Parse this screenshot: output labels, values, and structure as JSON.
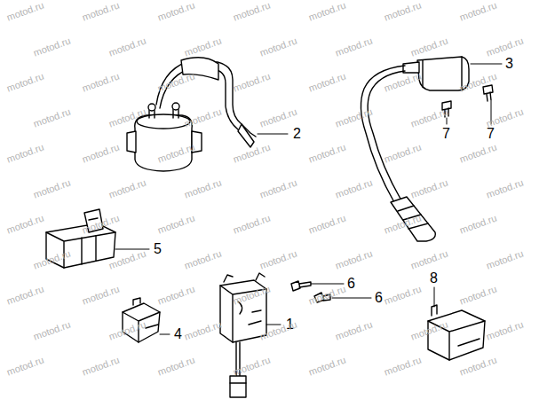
{
  "diagram": {
    "labels": [
      "1",
      "2",
      "3",
      "4",
      "5",
      "6",
      "6",
      "7",
      "7",
      "8",
      "motod.ru",
      "motod.ru",
      "motod.ru",
      "motod.ru",
      "motod.ru",
      "motod.ru",
      "motod.ru",
      "motod.ru",
      "motod.ru",
      "motod.ru",
      "motod.ru",
      "motod.ru",
      "motod.ru",
      "motod.ru",
      "motod.ru",
      "motod.ru",
      "motod.ru",
      "motod.ru",
      "motod.ru",
      "motod.ru",
      "motod.ru",
      "motod.ru",
      "motod.ru",
      "motod.ru",
      "motod.ru",
      "motod.ru",
      "motod.ru",
      "motod.ru",
      "motod.ru",
      "motod.ru",
      "motod.ru",
      "motod.ru",
      "motod.ru",
      "motod.ru",
      "motod.ru",
      "motod.ru",
      "motod.ru",
      "motod.ru",
      "motod.ru",
      "motod.ru",
      "motod.ru",
      "motod.ru",
      "motod.ru",
      "motod.ru",
      "motod.ru",
      "motod.ru",
      "motod.ru",
      "motod.ru",
      "motod.ru",
      "motod.ru",
      "motod.ru",
      "motod.ru",
      "motod.ru",
      "motod.ru",
      "motod.ru",
      "motod.ru",
      "motod.ru",
      "motod.ru",
      "motod.ru",
      "motod.ru",
      "motod.ru",
      "motod.ru",
      "motod.ru",
      "motod.ru",
      "motod.ru",
      "motod.ru",
      "motod.ru",
      "motod.ru",
      "motod.ru",
      "motod.ru",
      "motod.ru",
      "motod.ru",
      "motod.ru",
      "motod.ru",
      "motod.ru",
      "motod.ru",
      "motod.ru"
    ]
  }
}
